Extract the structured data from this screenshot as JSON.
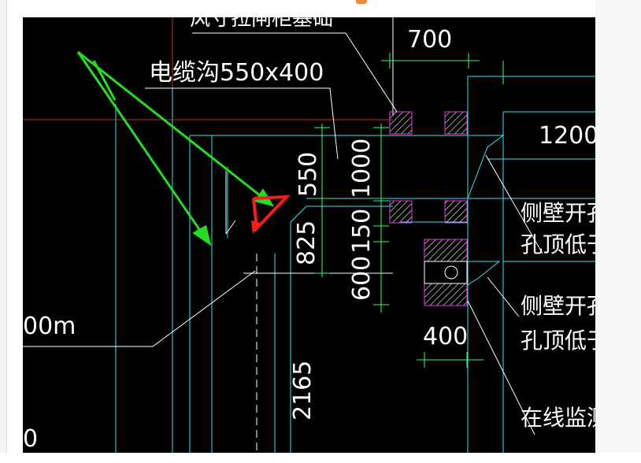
{
  "drawing": {
    "title_partial": "风寸拉闸柜基础",
    "cable_trench_label": "电缆沟550x400",
    "dim_700": "700",
    "dim_1200": "1200",
    "dim_550": "550",
    "dim_1000": "1000",
    "dim_150": "150",
    "dim_825": "825",
    "dim_600": "600",
    "dim_400": "400",
    "dim_2165": "2165",
    "side_note_1": "侧壁开孔",
    "side_note_2": "孔顶低于",
    "side_note_3": "侧壁开孔",
    "side_note_4": "孔顶低于",
    "monitor_note": "在线监测",
    "left_fragment": "00m",
    "bottom_left_fragment": "0"
  },
  "colors": {
    "background": "#000000",
    "cyan": "#33e6ee",
    "white": "#ffffff",
    "magenta": "#e040e0",
    "green": "#22dd22",
    "red": "#ff1a1a",
    "dim_green": "#33ff66"
  }
}
